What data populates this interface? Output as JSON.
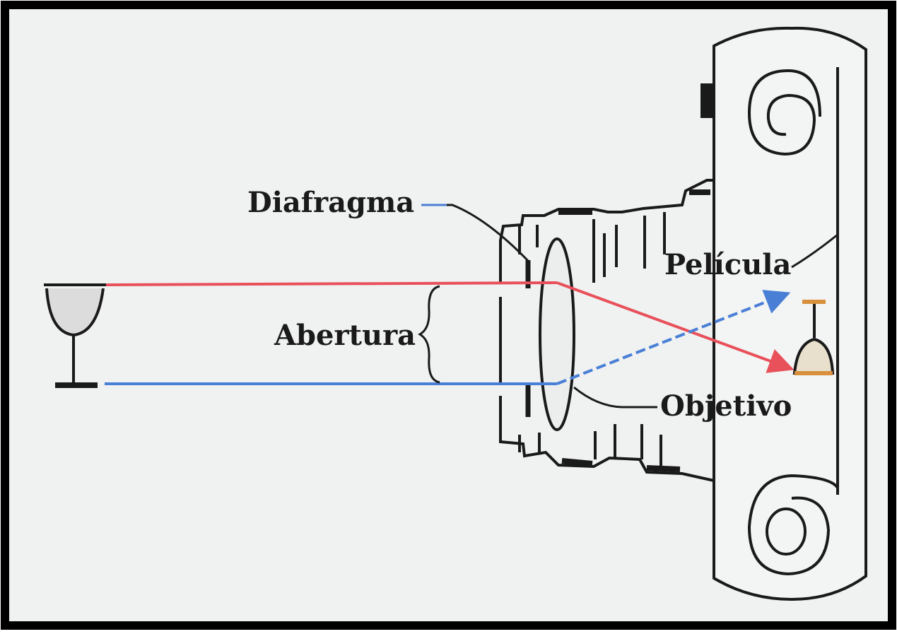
{
  "labels": {
    "diafragma": "Diafragma",
    "abertura": "Abertura",
    "pelicula": "Película",
    "objetivo": "Objetivo"
  },
  "colors": {
    "background": "#f0f2f2",
    "frame": "#000000",
    "ink": "#1a1a1a",
    "ray_top": "#e8505a",
    "ray_bottom": "#4a7fd6",
    "film_band": "#d8903c"
  },
  "icons": [
    "wine-glass-object-icon",
    "inverted-wine-glass-image-icon",
    "film-spool-icon"
  ]
}
